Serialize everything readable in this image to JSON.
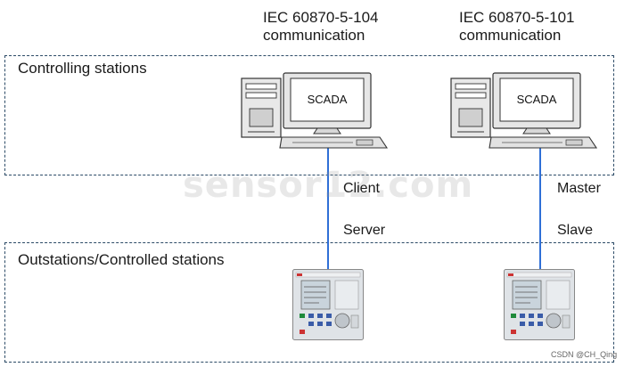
{
  "protocols": {
    "left_line1": "IEC 60870-5-104",
    "left_line2": "communication",
    "right_line1": "IEC 60870-5-101",
    "right_line2": "communication"
  },
  "zones": {
    "top_label": "Controlling stations",
    "bottom_label": "Outstations/Controlled stations"
  },
  "scada": {
    "left_label": "SCADA",
    "right_label": "SCADA"
  },
  "roles": {
    "left_upper": "Client",
    "left_lower": "Server",
    "right_upper": "Master",
    "right_lower": "Slave"
  },
  "watermark": "sensor12.com",
  "credit": "CSDN @CH_Qing",
  "colors": {
    "zone_border": "#2b4a66",
    "link_line": "#2f6fd6"
  }
}
